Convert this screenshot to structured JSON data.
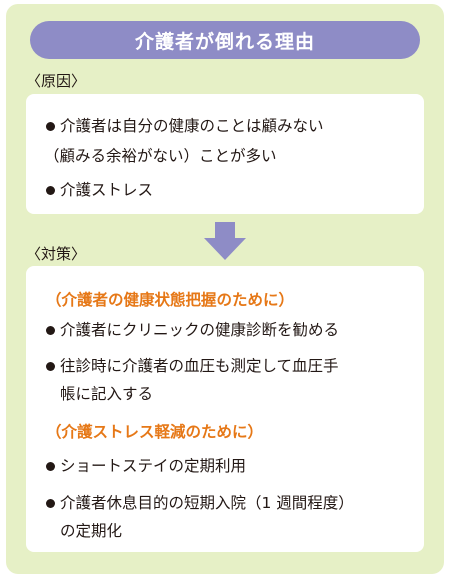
{
  "title": "介護者が倒れる理由",
  "cause": {
    "label": "〈原因〉",
    "items": [
      {
        "line1": "介護者は自分の健康のことは顧みない",
        "line2": "（顧みる余裕がない）ことが多い"
      },
      {
        "line1": "介護ストレス"
      }
    ]
  },
  "measures": {
    "label": "〈対策〉",
    "group1": {
      "heading": "（介護者の健康状態把握のために）",
      "items": [
        {
          "line1": "介護者にクリニックの健康診断を勧める"
        },
        {
          "line1": "往診時に介護者の血圧も測定して血圧手",
          "line2": "帳に記入する"
        }
      ]
    },
    "group2": {
      "heading": "（介護ストレス軽減のために）",
      "items": [
        {
          "line1": "ショートステイの定期利用"
        },
        {
          "line1": "介護者休息目的の短期入院（1 週間程度）",
          "line2": "の定期化"
        }
      ]
    }
  },
  "colors": {
    "panel_bg": "#e6f0c6",
    "title_bg": "#8e8cc6",
    "heading_orange": "#e67817",
    "arrow": "#8e8cc6"
  }
}
